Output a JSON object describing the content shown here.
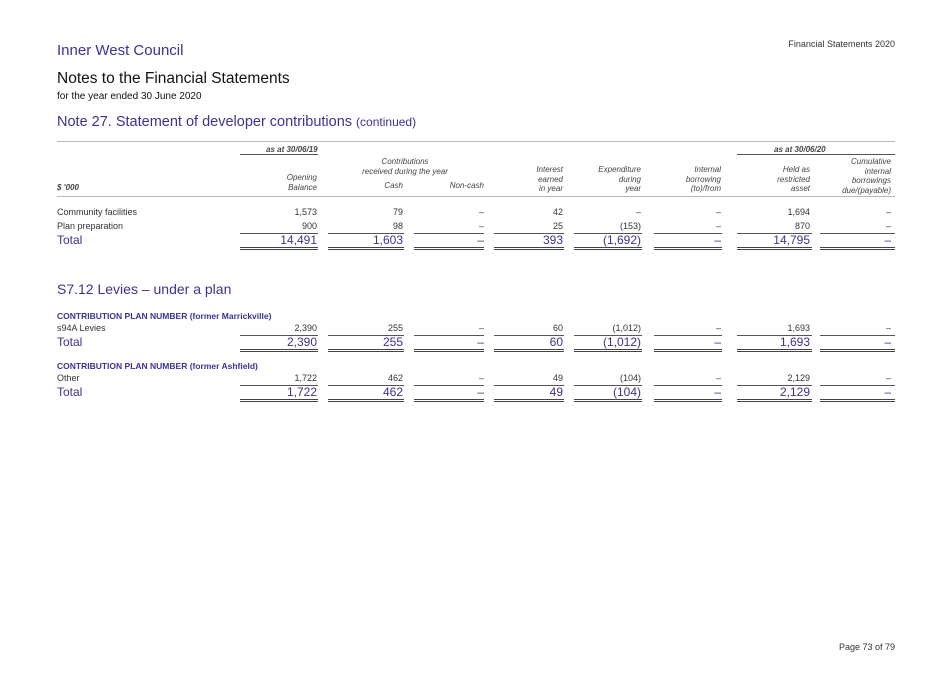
{
  "header": {
    "council": "Inner West Council",
    "right": "Financial Statements 2020",
    "notes_title": "Notes to the Financial Statements",
    "period": "for the year ended 30 June 2020",
    "note_title": "Note 27. Statement of developer contributions",
    "note_continued": "(continued)"
  },
  "table_header": {
    "as_at_open": "as at 30/06/19",
    "as_at_close": "as at 30/06/20",
    "unit": "$ '000",
    "contributions_group": [
      "Contributions",
      "received during the year"
    ],
    "columns": [
      [
        "Opening",
        "Balance"
      ],
      [
        "Cash"
      ],
      [
        "Non-cash"
      ],
      [
        "Interest",
        "earned",
        "in year"
      ],
      [
        "Expenditure",
        "during",
        "year"
      ],
      [
        "Internal",
        "borrowing",
        "(to)/from"
      ],
      [
        "Held as",
        "restricted",
        "asset"
      ],
      [
        "Cumulative",
        "internal",
        "borrowings",
        "due/(payable)"
      ]
    ]
  },
  "top_rows": [
    {
      "label": "Community facilities",
      "values": [
        "1,573",
        "79",
        "–",
        "42",
        "–",
        "–",
        "1,694",
        "–"
      ]
    },
    {
      "label": "Plan preparation",
      "values": [
        "900",
        "98",
        "–",
        "25",
        "(153)",
        "–",
        "870",
        "–"
      ]
    }
  ],
  "top_total": {
    "label": "Total",
    "values": [
      "14,491",
      "1,603",
      "–",
      "393",
      "(1,692)",
      "–",
      "14,795",
      "–"
    ]
  },
  "section_title": "S7.12 Levies – under a plan",
  "plans": [
    {
      "title": "CONTRIBUTION PLAN NUMBER (former Marrickville)",
      "row": {
        "label": "s94A Levies",
        "values": [
          "2,390",
          "255",
          "–",
          "60",
          "(1,012)",
          "–",
          "1,693",
          "–"
        ]
      },
      "total": {
        "label": "Total",
        "values": [
          "2,390",
          "255",
          "–",
          "60",
          "(1,012)",
          "–",
          "1,693",
          "–"
        ]
      }
    },
    {
      "title": "CONTRIBUTION PLAN NUMBER (former Ashfield)",
      "row": {
        "label": "Other",
        "values": [
          "1,722",
          "462",
          "–",
          "49",
          "(104)",
          "–",
          "2,129",
          "–"
        ]
      },
      "total": {
        "label": "Total",
        "values": [
          "1,722",
          "462",
          "–",
          "49",
          "(104)",
          "–",
          "2,129",
          "–"
        ]
      }
    }
  ],
  "footer": {
    "page": "Page 73 of 79"
  }
}
